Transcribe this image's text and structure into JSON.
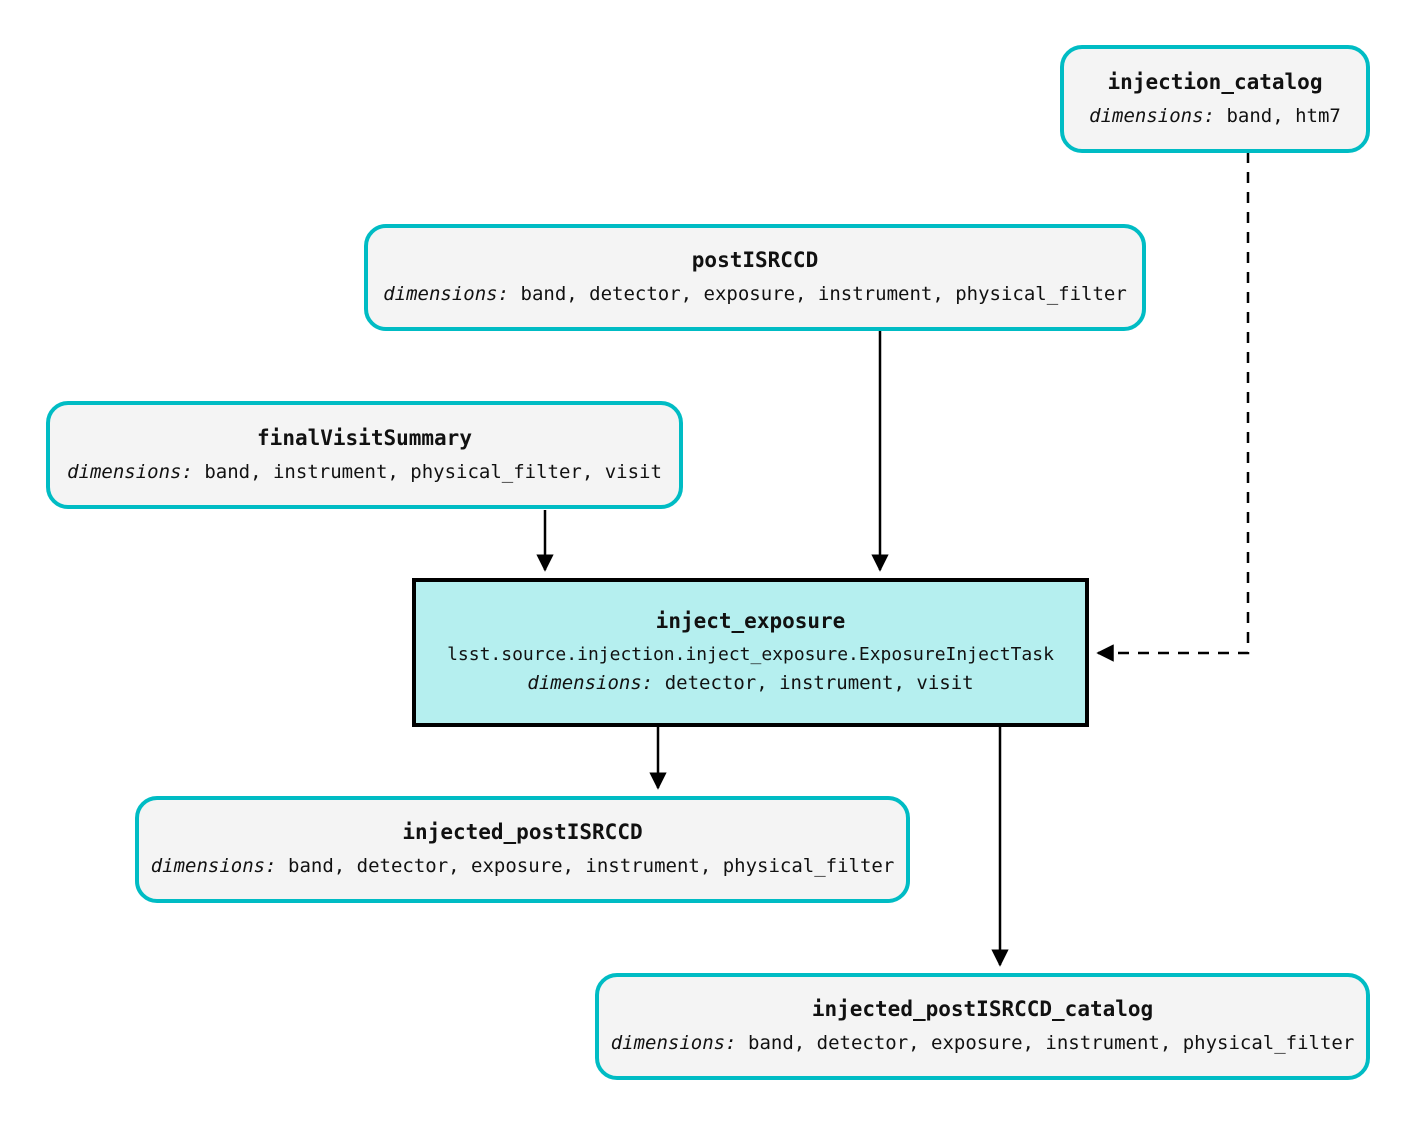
{
  "graph": {
    "type": "pipeline-dag",
    "colors": {
      "dataset_border": "#00bcc4",
      "dataset_fill": "#f4f4f4",
      "task_border": "#000000",
      "task_fill": "#b5efef",
      "edge": "#000000",
      "background": "#ffffff"
    },
    "dimensions_label": "dimensions:"
  },
  "nodes": {
    "injection_catalog": {
      "title": "injection_catalog",
      "dim_label": "dimensions:",
      "dimensions": "band, htm7",
      "kind": "dataset"
    },
    "postISRCCD": {
      "title": "postISRCCD",
      "dim_label": "dimensions:",
      "dimensions": "band, detector, exposure, instrument, physical_filter",
      "kind": "dataset"
    },
    "finalVisitSummary": {
      "title": "finalVisitSummary",
      "dim_label": "dimensions:",
      "dimensions": "band, instrument, physical_filter, visit",
      "kind": "dataset"
    },
    "inject_exposure": {
      "title": "inject_exposure",
      "class_path": "lsst.source.injection.inject_exposure.ExposureInjectTask",
      "dim_label": "dimensions:",
      "dimensions": "detector, instrument, visit",
      "kind": "task"
    },
    "injected_postISRCCD": {
      "title": "injected_postISRCCD",
      "dim_label": "dimensions:",
      "dimensions": "band, detector, exposure, instrument, physical_filter",
      "kind": "dataset"
    },
    "injected_postISRCCD_catalog": {
      "title": "injected_postISRCCD_catalog",
      "dim_label": "dimensions:",
      "dimensions": "band, detector, exposure, instrument, physical_filter",
      "kind": "dataset"
    }
  },
  "edges": [
    {
      "from": "postISRCCD",
      "to": "inject_exposure",
      "style": "solid"
    },
    {
      "from": "finalVisitSummary",
      "to": "inject_exposure",
      "style": "solid"
    },
    {
      "from": "injection_catalog",
      "to": "inject_exposure",
      "style": "dashed"
    },
    {
      "from": "inject_exposure",
      "to": "injected_postISRCCD",
      "style": "solid"
    },
    {
      "from": "inject_exposure",
      "to": "injected_postISRCCD_catalog",
      "style": "solid"
    }
  ]
}
